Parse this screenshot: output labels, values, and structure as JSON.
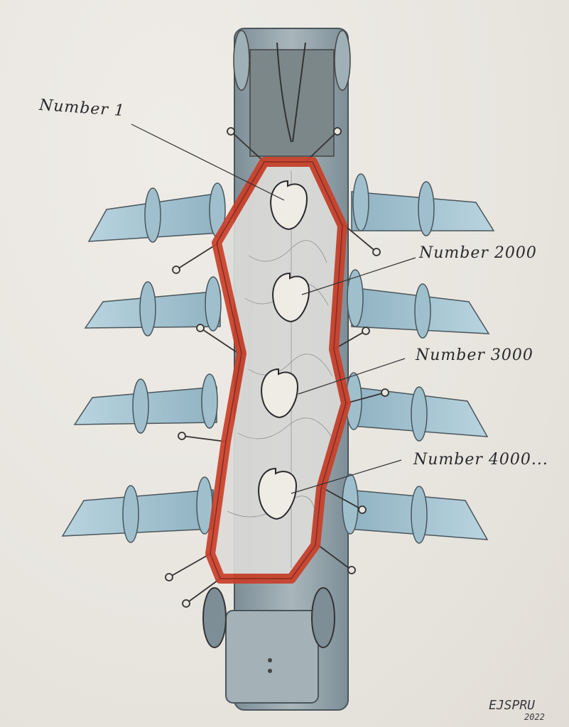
{
  "labels": [
    {
      "id": "number-1",
      "text": "Number 1"
    },
    {
      "id": "number-2000",
      "text": "Number 2000"
    },
    {
      "id": "number-3000",
      "text": "Number 3000"
    },
    {
      "id": "number-4000",
      "text": "Number 4000..."
    }
  ],
  "signature": {
    "name": "EJSPRU",
    "year": "2022"
  },
  "colors": {
    "paper": "#e9e6e0",
    "frame": "#8a9ba5",
    "wing": "#a9c8d6",
    "membrane": "#d9472f",
    "ink": "#2a2a2e"
  }
}
